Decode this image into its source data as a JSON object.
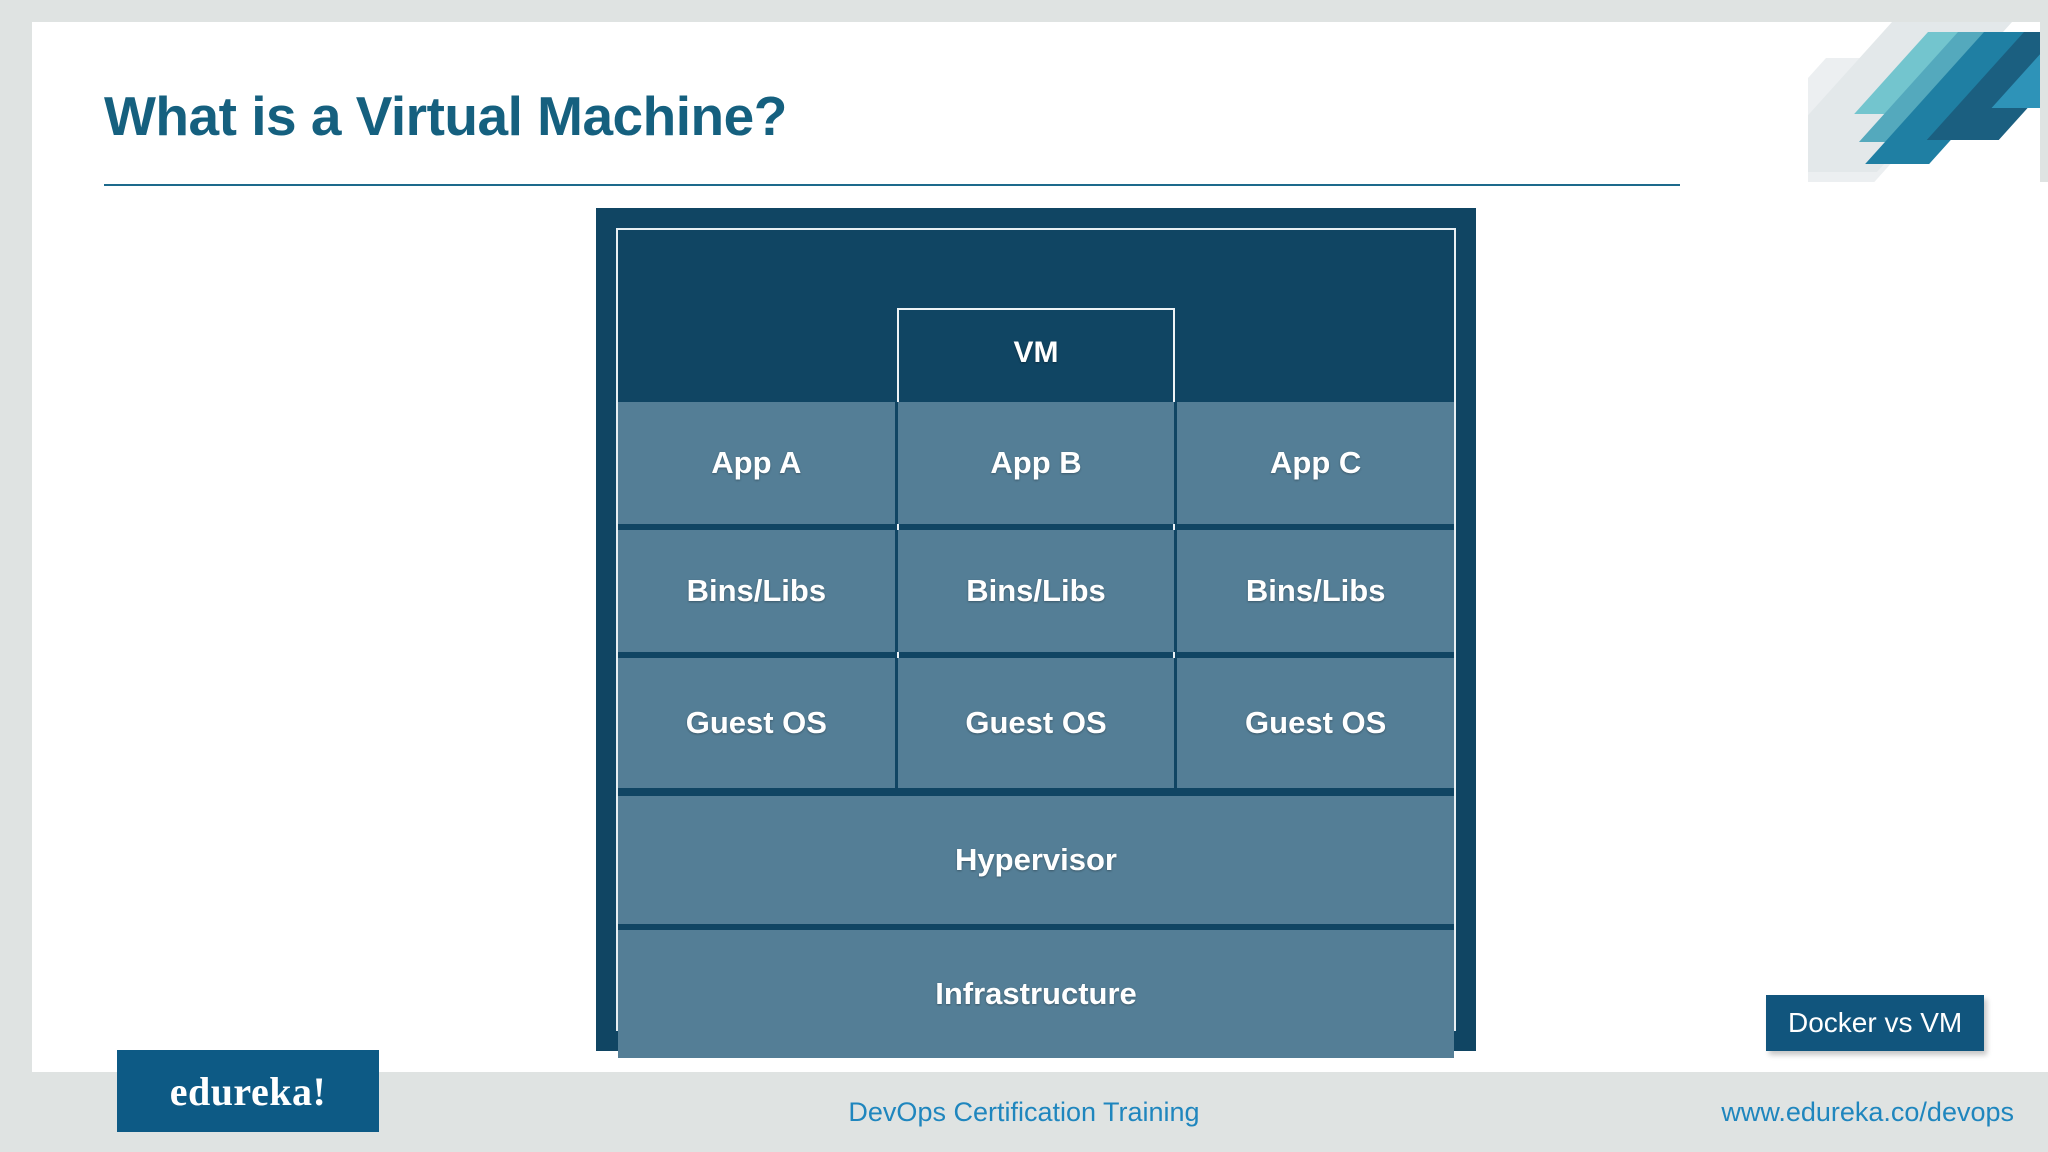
{
  "slide": {
    "title": "What is a Virtual Machine?",
    "accent_color": "#15607f",
    "diagram_dark_color": "#104563",
    "diagram_block_color": "#547e96"
  },
  "diagram": {
    "vm_label": "VM",
    "app_row": [
      "App A",
      "App B",
      "App C"
    ],
    "bins_row": [
      "Bins/Libs",
      "Bins/Libs",
      "Bins/Libs"
    ],
    "guest_row": [
      "Guest OS",
      "Guest OS",
      "Guest OS"
    ],
    "hypervisor": "Hypervisor",
    "infrastructure": "Infrastructure"
  },
  "actions": {
    "docker_vs_vm": "Docker vs VM"
  },
  "footer": {
    "logo": "edureka!",
    "center": "DevOps Certification Training",
    "url": "www.edureka.co/devops",
    "link_color": "#1f86be"
  }
}
